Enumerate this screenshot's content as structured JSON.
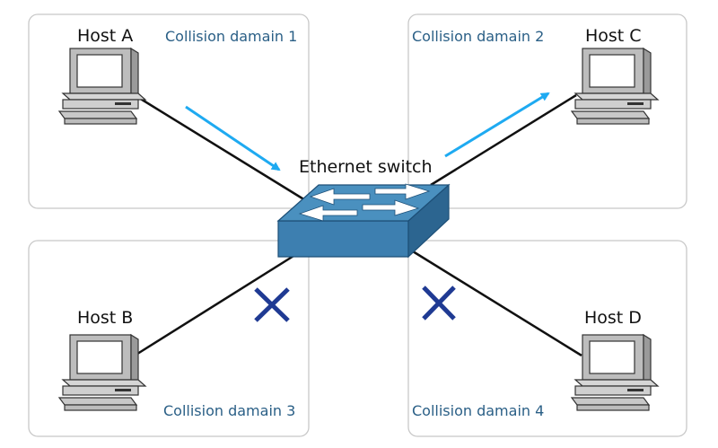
{
  "domains": [
    {
      "label": "Collision damain 1"
    },
    {
      "label": "Collision damain 2"
    },
    {
      "label": "Collision damain 3"
    },
    {
      "label": "Collision damain 4"
    }
  ],
  "hosts": [
    {
      "label": "Host A"
    },
    {
      "label": "Host C"
    },
    {
      "label": "Host B"
    },
    {
      "label": "Host D"
    }
  ],
  "switch": {
    "label": "Ethernet switch"
  },
  "colors": {
    "domain_border": "#c8c8c8",
    "domain_text": "#2a5f86",
    "arrow": "#1eaaf1",
    "blocked_x": "#1f3a93",
    "link": "#111111",
    "switch_top": "#4a90bf",
    "switch_front": "#3d7fb0",
    "switch_side": "#2c6590"
  },
  "icons": {
    "host": "desktop-computer-icon",
    "switch": "network-switch-icon",
    "traffic": "arrow-icon",
    "blocked": "x-mark-icon"
  }
}
